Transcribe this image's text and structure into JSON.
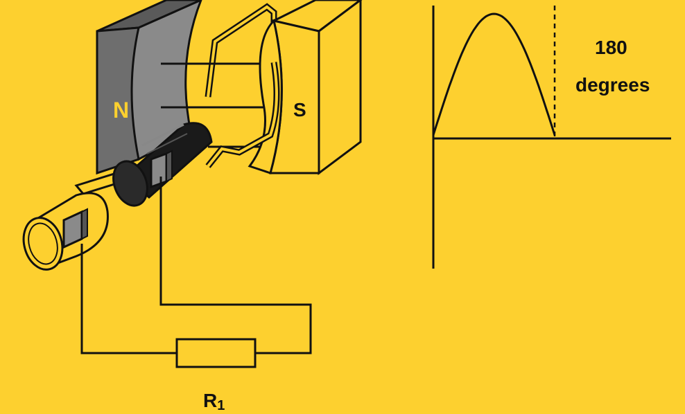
{
  "colors": {
    "background": "#FDD02F",
    "magnet_north": "#6E6E6E",
    "magnet_north_face": "#8A8A8A",
    "magnet_south": "#FDD02F",
    "ink": "#111111"
  },
  "labels": {
    "north_pole": "N",
    "south_pole": "S",
    "resistor": "R",
    "resistor_subscript": "1",
    "angle_value": "180",
    "angle_unit": "degrees"
  },
  "waveform": {
    "shape": "half-sine",
    "start_degrees": 0,
    "end_degrees": 180,
    "peak_at_degrees": 90
  }
}
